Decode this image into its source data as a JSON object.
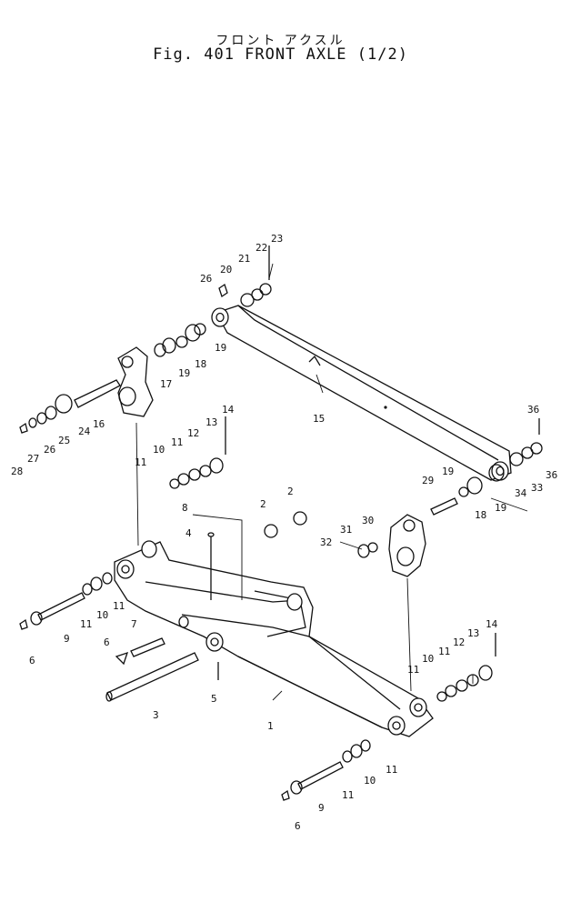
{
  "header": {
    "title_jp": "フロント アクスル",
    "title_en": "Fig. 401 FRONT AXLE (1/2)"
  },
  "labels": [
    {
      "key": "23",
      "text": "23"
    },
    {
      "key": "22",
      "text": "22"
    },
    {
      "key": "21",
      "text": "21"
    },
    {
      "key": "20",
      "text": "20"
    },
    {
      "key": "26a",
      "text": "26"
    },
    {
      "key": "19a",
      "text": "19"
    },
    {
      "key": "18a",
      "text": "18"
    },
    {
      "key": "19b",
      "text": "19"
    },
    {
      "key": "17",
      "text": "17"
    },
    {
      "key": "16",
      "text": "16"
    },
    {
      "key": "24",
      "text": "24"
    },
    {
      "key": "25",
      "text": "25"
    },
    {
      "key": "26b",
      "text": "26"
    },
    {
      "key": "27",
      "text": "27"
    },
    {
      "key": "28",
      "text": "28"
    },
    {
      "key": "15",
      "text": "15"
    },
    {
      "key": "14a",
      "text": "14"
    },
    {
      "key": "13a",
      "text": "13"
    },
    {
      "key": "12a",
      "text": "12"
    },
    {
      "key": "11a",
      "text": "11"
    },
    {
      "key": "10a",
      "text": "10"
    },
    {
      "key": "11b",
      "text": "11"
    },
    {
      "key": "36a",
      "text": "36"
    },
    {
      "key": "36b",
      "text": "36"
    },
    {
      "key": "33",
      "text": "33"
    },
    {
      "key": "34",
      "text": "34"
    },
    {
      "key": "29",
      "text": "29"
    },
    {
      "key": "19c",
      "text": "19"
    },
    {
      "key": "18b",
      "text": "18"
    },
    {
      "key": "19d",
      "text": "19"
    },
    {
      "key": "8",
      "text": "8"
    },
    {
      "key": "2a",
      "text": "2"
    },
    {
      "key": "2b",
      "text": "2"
    },
    {
      "key": "4",
      "text": "4"
    },
    {
      "key": "30",
      "text": "30"
    },
    {
      "key": "31",
      "text": "31"
    },
    {
      "key": "32",
      "text": "32"
    },
    {
      "key": "11c",
      "text": "11"
    },
    {
      "key": "10b",
      "text": "10"
    },
    {
      "key": "11d",
      "text": "11"
    },
    {
      "key": "9a",
      "text": "9"
    },
    {
      "key": "6a",
      "text": "6"
    },
    {
      "key": "7",
      "text": "7"
    },
    {
      "key": "6b",
      "text": "6"
    },
    {
      "key": "3",
      "text": "3"
    },
    {
      "key": "5",
      "text": "5"
    },
    {
      "key": "1",
      "text": "1"
    },
    {
      "key": "14b",
      "text": "14"
    },
    {
      "key": "13b",
      "text": "13"
    },
    {
      "key": "12b",
      "text": "12"
    },
    {
      "key": "11e",
      "text": "11"
    },
    {
      "key": "10c",
      "text": "10"
    },
    {
      "key": "11f",
      "text": "11"
    },
    {
      "key": "11g",
      "text": "11"
    },
    {
      "key": "10d",
      "text": "10"
    },
    {
      "key": "11h",
      "text": "11"
    },
    {
      "key": "9b",
      "text": "9"
    },
    {
      "key": "6c",
      "text": "6"
    }
  ]
}
